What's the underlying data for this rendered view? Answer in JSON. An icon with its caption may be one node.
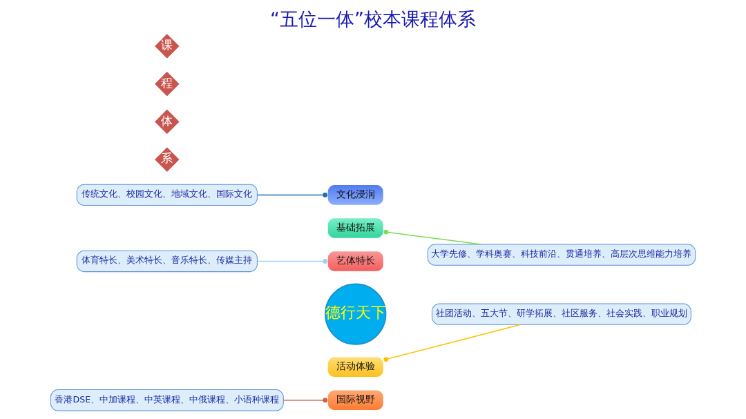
{
  "diagram": {
    "title": "“五位一体”校本课程体系",
    "nodes": [
      {
        "text": [
          "课"
        ]
      },
      {
        "text": [
          "程"
        ]
      },
      {
        "text": [
          "体"
        ]
      },
      {
        "text": [
          "系"
        ]
      },
      {
        "text": [
          "传统文化、校园文化、地域文化、国际文化"
        ]
      },
      {
        "text": [
          "文化浸润"
        ]
      },
      {
        "text": [
          "大学先修、学科奥赛、科技前沿、贯通培养、高层次思维能力培养"
        ]
      },
      {
        "text": [
          "基础拓展"
        ]
      },
      {
        "text": [
          "体育特长、美术特长、音乐特长、传媒主持"
        ]
      },
      {
        "text": [
          "艺体特长"
        ]
      },
      {
        "text": [
          "德行天下"
        ]
      },
      {
        "text": [
          "国际视野"
        ]
      },
      {
        "text": [
          "活动体验"
        ]
      },
      {
        "text": [
          "社团活动、五大节、研学拓展、社区服务、社会实践、职业规划"
        ]
      },
      {
        "text": [
          "香港DSE、中加课程、中英课程、中俄课程、小语种课程"
        ]
      }
    ],
    "edges": [
      {
        "from": 4,
        "to": 5,
        "arrow": "other",
        "color": "#1f6fb4"
      },
      {
        "from": 6,
        "to": 7,
        "arrow": "other",
        "color": "#7ed957"
      },
      {
        "from": 8,
        "to": 9,
        "arrow": "other",
        "color": "#9fd4ef"
      },
      {
        "from": 14,
        "to": 11,
        "arrow": "other",
        "color": "#d0604a"
      },
      {
        "from": 13,
        "to": 12,
        "arrow": "other",
        "color": "#ffc000"
      }
    ]
  }
}
